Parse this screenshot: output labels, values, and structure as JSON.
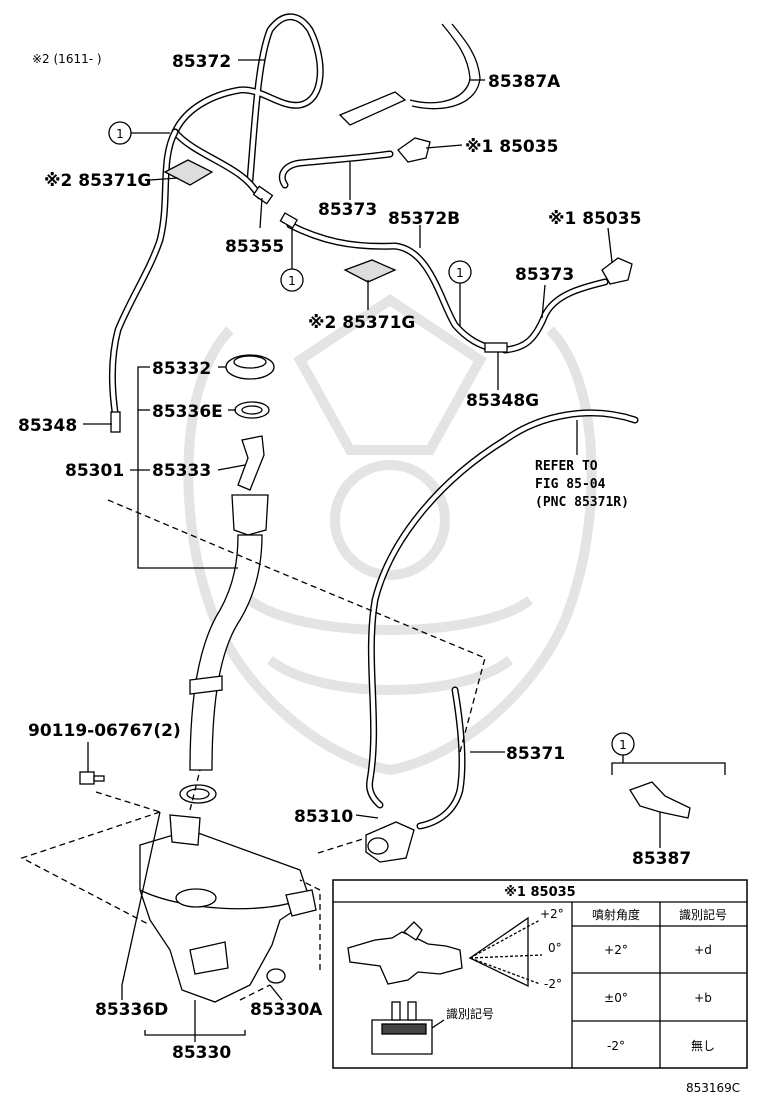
{
  "diagram": {
    "note_top": "※2 (1611-     )",
    "labels": {
      "p85372": "85372",
      "p85387A": "85387A",
      "p85035_a": "※1 85035",
      "p85371G_a": "※2 85371G",
      "p85373_a": "85373",
      "p85372B": "85372B",
      "p85035_b": "※1 85035",
      "p85355": "85355",
      "p85373_b": "85373",
      "p85371G_b": "※2 85371G",
      "p85348G": "85348G",
      "p85332": "85332",
      "p85336E": "85336E",
      "p85348": "85348",
      "p85301": "85301",
      "p85333": "85333",
      "refer_1": "REFER TO",
      "refer_2": "FIG 85-04",
      "refer_3": "(PNC 85371R)",
      "p90119": "90119-06767(2)",
      "p85371": "85371",
      "p85310": "85310",
      "p85387": "85387",
      "p85336D": "85336D",
      "p85330A": "85330A",
      "p85330": "85330",
      "figure_code": "853169C"
    },
    "callout_marker": "1",
    "inset": {
      "title": "※1 85035",
      "angle_labels": [
        "+2°",
        "0°",
        "-2°"
      ],
      "id_mark_label": "識別記号",
      "table_headers": [
        "噴射角度",
        "識別記号"
      ],
      "table_rows": [
        {
          "angle": "+2°",
          "mark": "+d"
        },
        {
          "angle": "±0°",
          "mark": "+b"
        },
        {
          "angle": "-2°",
          "mark": "無し"
        }
      ]
    }
  }
}
